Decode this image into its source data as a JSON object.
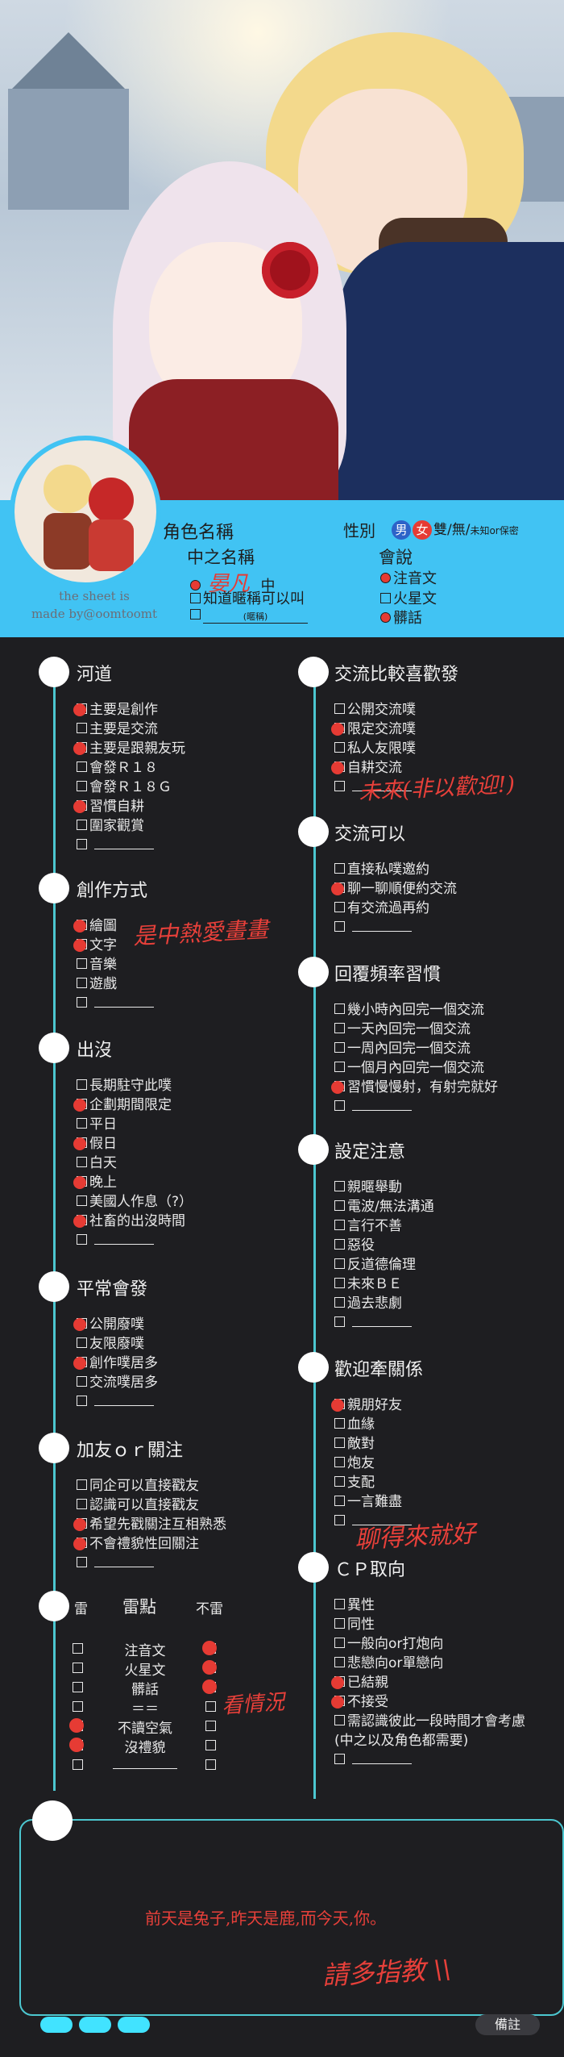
{
  "watermark": {
    "line1": "the sheet is",
    "line2": "made by@oomtoomt"
  },
  "profile": {
    "name_label": "角色名稱",
    "gender_label": "性別",
    "gender_male": "男",
    "gender_female": "女",
    "gender_rest": "雙/無/",
    "gender_rest_small": "未知or保密",
    "chinese_name_label": "中之名稱",
    "chinese_name_value": "晏凡",
    "chinese_name_mid": "中",
    "nickname_label": "知道暱稱可以叫",
    "nickname_blank_note": "(暱稱)",
    "speaks_label": "會說",
    "lang_zh": "注音文",
    "lang_mars": "火星文",
    "lang_slang": "髒話"
  },
  "sections": {
    "hedao": {
      "title": "河道",
      "items": [
        {
          "label": "主要是創作",
          "checked": true
        },
        {
          "label": "主要是交流",
          "checked": false
        },
        {
          "label": "主要是跟親友玩",
          "checked": true
        },
        {
          "label": "會發Ｒ１８",
          "checked": false
        },
        {
          "label": "會發Ｒ１８Ｇ",
          "checked": false
        },
        {
          "label": "習慣自耕",
          "checked": true
        },
        {
          "label": "圍家觀賞",
          "checked": false
        },
        {
          "label": "",
          "checked": false
        }
      ]
    },
    "create": {
      "title": "創作方式",
      "items": [
        {
          "label": "繪圖",
          "checked": true
        },
        {
          "label": "文字",
          "checked": true
        },
        {
          "label": "音樂",
          "checked": false
        },
        {
          "label": "遊戲",
          "checked": false
        },
        {
          "label": "",
          "checked": false
        }
      ],
      "note": "是中熱愛畫畫"
    },
    "appear": {
      "title": "出沒",
      "items": [
        {
          "label": "長期駐守此噗",
          "checked": false
        },
        {
          "label": "企劃期間限定",
          "checked": true
        },
        {
          "label": "平日",
          "checked": false
        },
        {
          "label": "假日",
          "checked": true
        },
        {
          "label": "白天",
          "checked": false
        },
        {
          "label": "晚上",
          "checked": true
        },
        {
          "label": "美國人作息（?）",
          "checked": false
        },
        {
          "label": "社畜的出沒時間",
          "checked": true
        },
        {
          "label": "",
          "checked": false
        }
      ]
    },
    "usual": {
      "title": "平常會發",
      "items": [
        {
          "label": "公開廢噗",
          "checked": true
        },
        {
          "label": "友限廢噗",
          "checked": false
        },
        {
          "label": "創作噗居多",
          "checked": true
        },
        {
          "label": "交流噗居多",
          "checked": false
        },
        {
          "label": "",
          "checked": false
        }
      ]
    },
    "follow": {
      "title": "加友ｏｒ關注",
      "items": [
        {
          "label": "同企可以直接戳友",
          "checked": false
        },
        {
          "label": "認識可以直接戳友",
          "checked": false
        },
        {
          "label": "希望先戳關注互相熟悉",
          "checked": true
        },
        {
          "label": "不會禮貌性回關注",
          "checked": true
        },
        {
          "label": "",
          "checked": false
        }
      ]
    },
    "taboo": {
      "col_left": "雷",
      "col_mid": "雷點",
      "col_right": "不雷",
      "rows": [
        {
          "label": "注音文",
          "left": false,
          "right": true
        },
        {
          "label": "火星文",
          "left": false,
          "right": true
        },
        {
          "label": "髒話",
          "left": false,
          "right": true
        },
        {
          "label": "＝＝",
          "left": false,
          "right": false
        },
        {
          "label": "不讀空氣",
          "left": true,
          "right": false
        },
        {
          "label": "沒禮貌",
          "left": true,
          "right": false
        },
        {
          "label": "",
          "left": false,
          "right": false
        }
      ],
      "note": "看情況"
    },
    "exchange": {
      "title": "交流比較喜歡發",
      "items": [
        {
          "label": "公開交流噗",
          "checked": false
        },
        {
          "label": "限定交流噗",
          "checked": true
        },
        {
          "label": "私人友限噗",
          "checked": false
        },
        {
          "label": "自耕交流",
          "checked": true
        },
        {
          "label": "",
          "checked": false
        }
      ],
      "note": "未來(非以歡迎!)"
    },
    "canexchange": {
      "title": "交流可以",
      "items": [
        {
          "label": "直接私噗邀約",
          "checked": false
        },
        {
          "label": "聊一聊順便約交流",
          "checked": true
        },
        {
          "label": "有交流過再約",
          "checked": false
        },
        {
          "label": "",
          "checked": false
        }
      ]
    },
    "reply": {
      "title": "回覆頻率習慣",
      "items": [
        {
          "label": "幾小時內回完一個交流",
          "checked": false
        },
        {
          "label": "一天內回完一個交流",
          "checked": false
        },
        {
          "label": "一周內回完一個交流",
          "checked": false
        },
        {
          "label": "一個月內回完一個交流",
          "checked": false
        },
        {
          "label": "習慣慢慢射，有射完就好",
          "checked": true
        },
        {
          "label": "",
          "checked": false
        }
      ]
    },
    "setting": {
      "title": "設定注意",
      "items": [
        {
          "label": "親暱舉動",
          "checked": false
        },
        {
          "label": "電波/無法溝通",
          "checked": false
        },
        {
          "label": "言行不善",
          "checked": false
        },
        {
          "label": "惡役",
          "checked": false
        },
        {
          "label": "反道德倫理",
          "checked": false
        },
        {
          "label": "未來ＢＥ",
          "checked": false
        },
        {
          "label": "過去悲劇",
          "checked": false
        },
        {
          "label": "",
          "checked": false
        }
      ]
    },
    "relation": {
      "title": "歡迎牽關係",
      "items": [
        {
          "label": "親朋好友",
          "checked": true
        },
        {
          "label": "血緣",
          "checked": false
        },
        {
          "label": "敵對",
          "checked": false
        },
        {
          "label": "炮友",
          "checked": false
        },
        {
          "label": "支配",
          "checked": false
        },
        {
          "label": "一言難盡",
          "checked": false
        },
        {
          "label": "",
          "checked": false
        }
      ],
      "note": "聊得來就好"
    },
    "cp": {
      "title": "ＣＰ取向",
      "items": [
        {
          "label": "異性",
          "checked": false
        },
        {
          "label": "同性",
          "checked": false
        },
        {
          "label": "一般向or打炮向",
          "checked": false
        },
        {
          "label": "悲戀向or單戀向",
          "checked": false
        },
        {
          "label": "已結親",
          "checked": true
        },
        {
          "label": "不接受",
          "checked": true
        },
        {
          "label": "需認識彼此一段時間才會考慮",
          "checked": false
        },
        {
          "label": "(中之以及角色都需要)",
          "checked": false,
          "plain": true
        },
        {
          "label": "",
          "checked": false
        }
      ]
    }
  },
  "memo": {
    "line1": "前天是兔子,昨天是鹿,而今天,你。",
    "line2": "請多指教 \\\\",
    "tab": "備註"
  },
  "colors": {
    "accent": "#41c3f3",
    "line": "#4cc7d0",
    "check": "#e63b34",
    "bg": "#1e1e21"
  }
}
